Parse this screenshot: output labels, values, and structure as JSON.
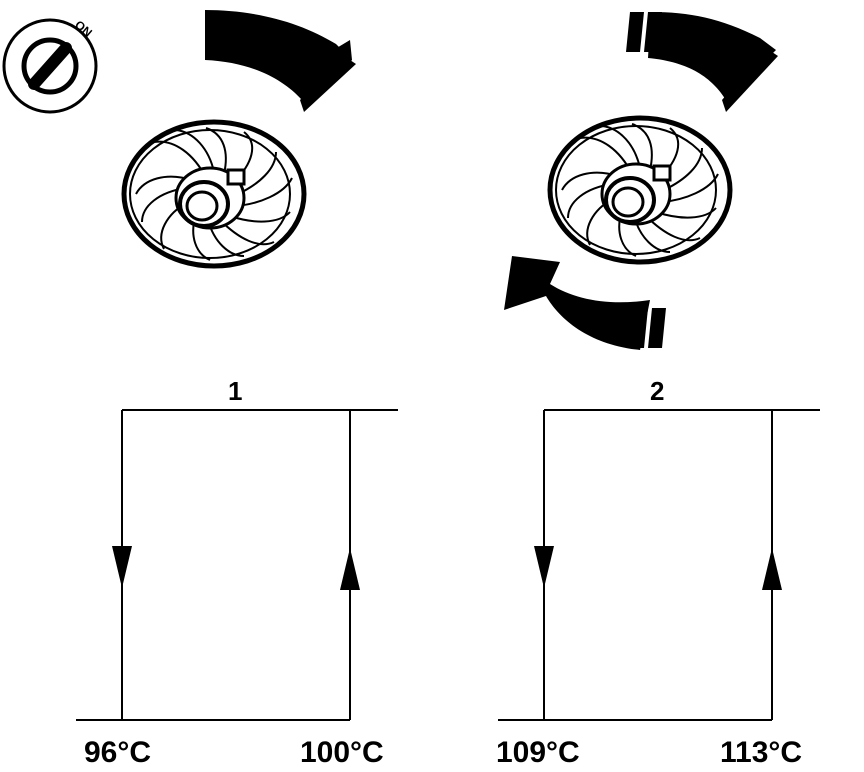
{
  "ignition_key": {
    "position_label": "ON"
  },
  "panels": [
    {
      "number": "1",
      "fan_speed_marks": "",
      "temp_off": "96°C",
      "temp_on": "100°C"
    },
    {
      "number": "2",
      "fan_speed_marks": "II",
      "temp_off": "109°C",
      "temp_on": "113°C"
    }
  ],
  "colors": {
    "ink": "#000000",
    "paper": "#ffffff"
  }
}
